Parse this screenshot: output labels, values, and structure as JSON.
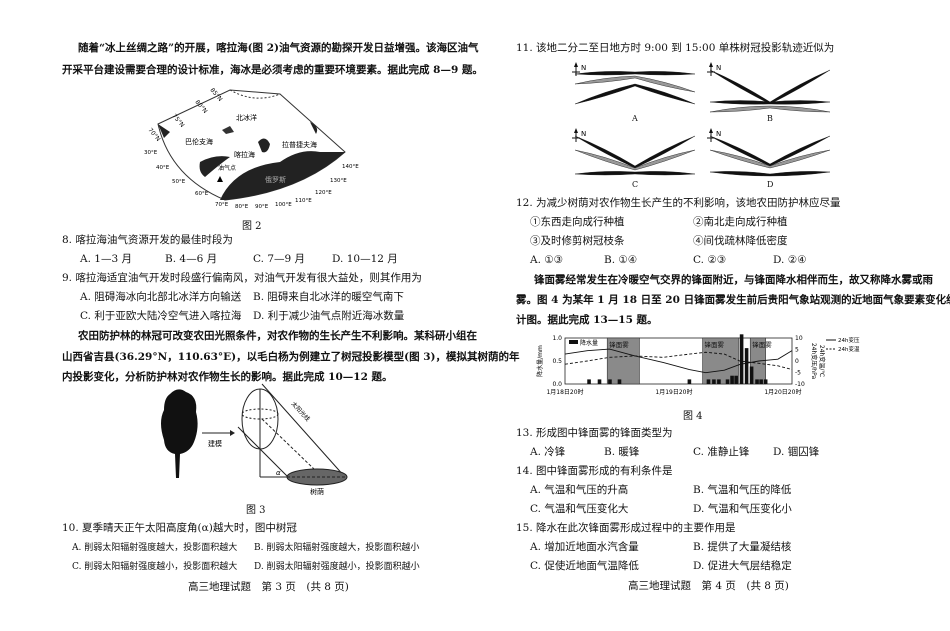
{
  "left": {
    "intro1": [
      "随着“冰上丝绸之路”的开展，喀拉海(图 2)油气资源的勘探开发日益增强。该海区油气",
      "开采平台建设需要合理的设计标准，海冰是必须考虑的重要环境要素。据此完成 8—9 题。"
    ],
    "fig2": {
      "caption": "图 2",
      "labels": [
        "北冰洋",
        "巴伦支海",
        "喀拉海",
        "拉普捷夫海",
        "油气点",
        "俄罗斯"
      ],
      "lat": [
        "85°N",
        "80°N",
        "75°N",
        "70°N"
      ],
      "lon": [
        "30°E",
        "40°E",
        "50°E",
        "60°E",
        "70°E",
        "80°E",
        "90°E",
        "100°E",
        "110°E",
        "120°E",
        "130°E",
        "140°E"
      ]
    },
    "q8": {
      "stem": "8. 喀拉海油气资源开发的最佳时段为",
      "options": [
        "A. 1—3 月",
        "B. 4—6 月",
        "C. 7—9 月",
        "D. 10—12 月"
      ]
    },
    "q9": {
      "stem": "9. 喀拉海适宜油气开发时段盛行偏南风，对油气开发有很大益处，则其作用为",
      "options": [
        "A. 阻碍海冰向北部北冰洋方向输送",
        "B. 阻碍来自北冰洋的暖空气南下",
        "C. 利于亚欧大陆冷空气进入喀拉海",
        "D. 利于减少油气点附近海冰数量"
      ]
    },
    "intro2": [
      "农田防护林的林冠可改变农田光照条件，对农作物的生长产生不利影响。某科研小组在",
      "山西省吉县(36.29°N，110.63°E)，以毛白杨为例建立了树冠投影模型(图 3)，模拟其树荫的年",
      "内投影变化，分析防护林对农作物生长的影响。据此完成 10—12 题。"
    ],
    "fig3": {
      "caption": "图 3",
      "arrow_label": "建模",
      "ray_label": "太阳光线",
      "shade_label": "树荫",
      "angle_label": "α"
    },
    "q10": {
      "stem": "10. 夏季晴天正午太阳高度角(α)越大时，图中树冠",
      "options": [
        "A. 削弱太阳辐射强度越大，投影面积越大",
        "B. 削弱太阳辐射强度越大，投影面积越小",
        "C. 削弱太阳辐射强度越小，投影面积越大",
        "D. 削弱太阳辐射强度越小，投影面积越小"
      ]
    },
    "footer": "高三地理试题　第 3 页　(共 8 页)"
  },
  "right": {
    "q11": {
      "stem": "11. 该地二分二至日地方时 9:00 到 15:00 单株树冠投影轨迹近似为",
      "north": "N",
      "options": [
        "A",
        "B",
        "C",
        "D"
      ]
    },
    "q12": {
      "stem": "12. 为减少树荫对农作物生长产生的不利影响，该地农田防护林应尽量",
      "items": [
        "①东西走向成行种植",
        "②南北走向成行种植",
        "③及时修剪树冠枝条",
        "④间伐疏林降低密度"
      ],
      "options": [
        "A. ①③",
        "B. ①④",
        "C. ②③",
        "D. ②④"
      ]
    },
    "intro3": [
      "锋面雾经常发生在冷暖空气交界的锋面附近，与锋面降水相伴而生，故又称降水雾或雨",
      "雾。图 4 为某年 1 月 18 日至 20 日锋面雾发生前后贵阳气象站观测的近地面气象要素变化统",
      "计图。据此完成 13—15 题。"
    ],
    "q13": {
      "stem": "13. 形成图中锋面雾的锋面类型为",
      "options": [
        "A. 冷锋",
        "B. 暖锋",
        "C. 准静止锋",
        "D. 锢囚锋"
      ]
    },
    "q14": {
      "stem": "14. 图中锋面雾形成的有利条件是",
      "options": [
        "A. 气温和气压的升高",
        "B. 气温和气压的降低",
        "C. 气温和气压变化大",
        "D. 气温和气压变化小"
      ]
    },
    "q15": {
      "stem": "15. 降水在此次锋面雾形成过程中的主要作用是",
      "options": [
        "A. 增加近地面水汽含量",
        "B. 提供了大量凝结核",
        "C. 促使近地面气温降低",
        "D. 促进大气层结稳定"
      ]
    },
    "footer": "高三地理试题　第 4 页　(共 8 页)"
  },
  "chart_data": {
    "type": "bar+line",
    "title": "图 4",
    "xlabel": "",
    "x_ticks": [
      {
        "hour": 0,
        "label": "1月18日20时"
      },
      {
        "hour": 24,
        "label": "1月19日20时"
      },
      {
        "hour": 48,
        "label": "1月20日20时"
      }
    ],
    "xlim": [
      0,
      50
    ],
    "ylabel_left": "降水量/mm",
    "ylim_left": [
      0,
      1.0
    ],
    "yticks_left": [
      "0.0",
      "0.5",
      "1.0"
    ],
    "ylabel_right": [
      "24h变压/hPa",
      "24h变温/℃"
    ],
    "ylim_right": [
      -10,
      10
    ],
    "yticks_right": [
      "-10",
      "-5",
      "0",
      "5",
      "10"
    ],
    "legend": [
      "降水量",
      "24h变压",
      "24h变温"
    ],
    "fog_periods": [
      {
        "label": "锋面雾",
        "start": 9.3,
        "end": 16.4
      },
      {
        "label": "锋面雾",
        "start": 30.3,
        "end": 38.3
      },
      {
        "label": "锋面雾",
        "start": 40.8,
        "end": 44.2
      }
    ],
    "precip": {
      "hours": [
        5.3,
        7.6,
        9.9,
        12.0,
        27.4,
        31.6,
        32.8,
        33.9,
        35.8,
        36.8,
        37.7,
        38.9,
        40.0,
        41.1,
        42.3,
        43.2,
        44.2
      ],
      "values": [
        0.1,
        0.1,
        0.1,
        0.1,
        0.1,
        0.1,
        0.1,
        0.1,
        0.1,
        0.18,
        0.18,
        1.08,
        0.78,
        0.38,
        0.1,
        0.1,
        0.1
      ]
    },
    "pressure_change": {
      "hours": [
        0,
        4.9,
        9.8,
        15.4,
        21.7,
        27.4,
        31,
        35.1,
        38.5,
        42.7,
        46.9,
        50
      ],
      "values": [
        3.0,
        4.5,
        5.2,
        2.2,
        -0.7,
        -3.7,
        -5.1,
        -4.0,
        -1.5,
        0,
        0.8,
        4.5
      ]
    },
    "temp_change": {
      "hours": [
        0,
        4.9,
        9.8,
        15.4,
        21.7,
        27.4,
        31,
        35.1,
        38.5,
        42.7,
        46.9,
        50
      ],
      "values": [
        -1.4,
        0,
        1.6,
        2.2,
        1.6,
        3.0,
        3.8,
        3.0,
        0,
        -1.0,
        -2.1,
        -3.7
      ]
    }
  }
}
